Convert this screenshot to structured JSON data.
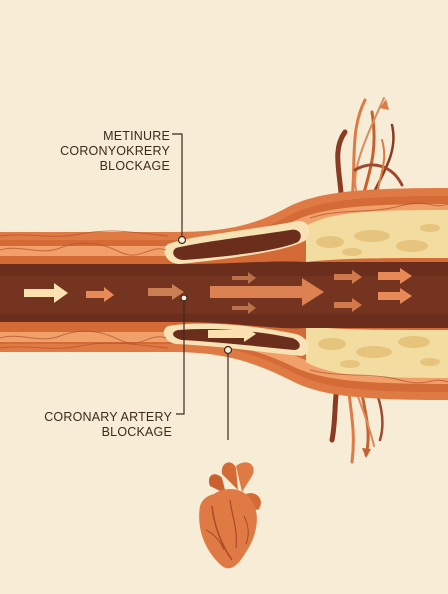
{
  "labels": {
    "top": [
      "METINURE",
      "CORONYOKRERY",
      "BLOCKAGE"
    ],
    "bottom": [
      "CORONARY ARTERY",
      "BLOCKAGE"
    ]
  },
  "icons": [
    "heart-icon",
    "flow-arrow-icon",
    "plaque-deposit",
    "capillary-branch"
  ],
  "colors": {
    "background": "#f7ecd6",
    "vessel_outer": "#e07a45",
    "vessel_wall": "#c8612f",
    "lumen": "#6b2e1c",
    "plaque": "#f2dca0",
    "arrow_light": "#fbe2b0",
    "arrow_warm": "#e88a57",
    "line": "#3d2a1f"
  }
}
